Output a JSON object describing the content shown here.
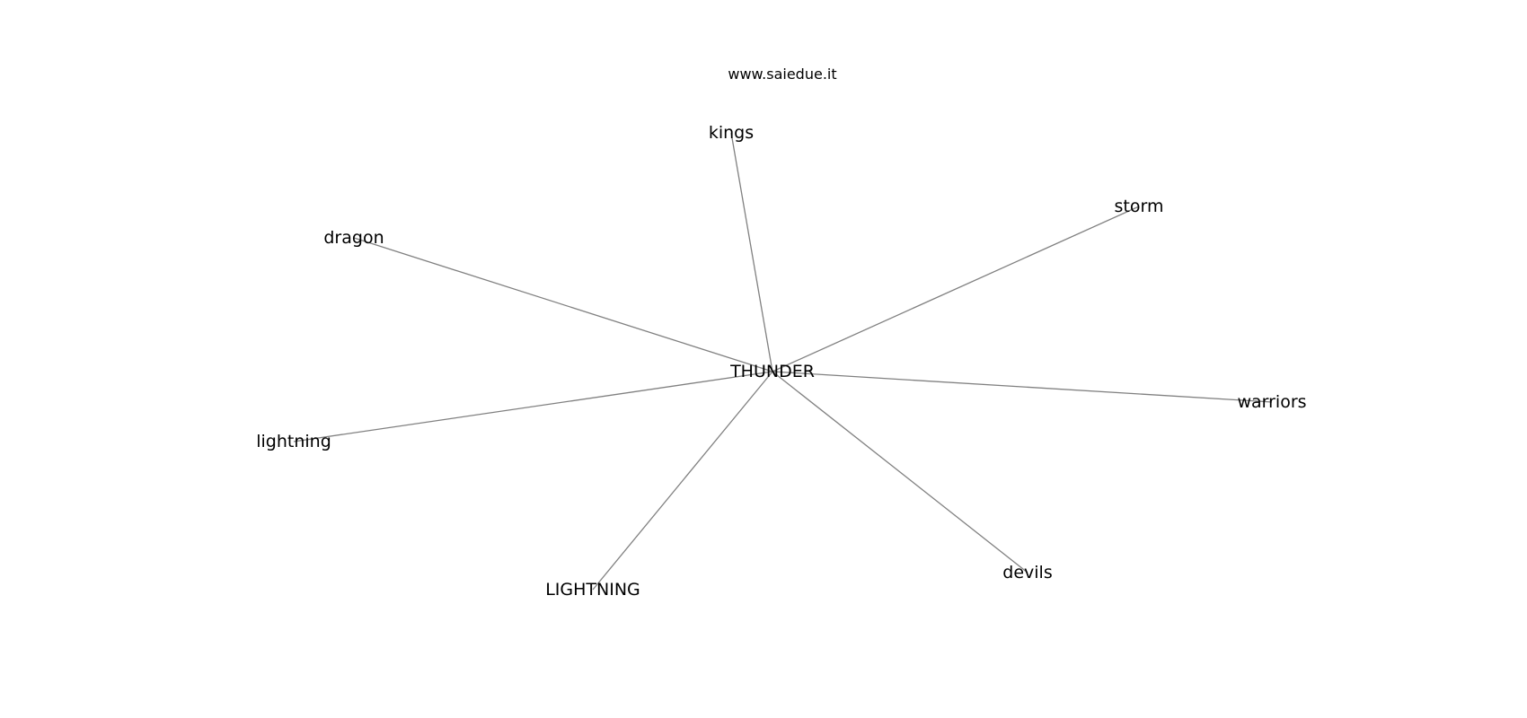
{
  "watermark": "www.saiedue.it",
  "graph": {
    "center": "THUNDER",
    "nodes": [
      {
        "id": "THUNDER",
        "label": "THUNDER"
      },
      {
        "id": "kings",
        "label": "kings"
      },
      {
        "id": "storm",
        "label": "storm"
      },
      {
        "id": "dragon",
        "label": "dragon"
      },
      {
        "id": "warriors",
        "label": "warriors"
      },
      {
        "id": "lightning",
        "label": "lightning"
      },
      {
        "id": "devils",
        "label": "devils"
      },
      {
        "id": "LIGHTNING",
        "label": "LIGHTNING"
      }
    ],
    "edges": [
      {
        "source": "THUNDER",
        "target": "kings"
      },
      {
        "source": "THUNDER",
        "target": "storm"
      },
      {
        "source": "THUNDER",
        "target": "dragon"
      },
      {
        "source": "THUNDER",
        "target": "warriors"
      },
      {
        "source": "THUNDER",
        "target": "lightning"
      },
      {
        "source": "THUNDER",
        "target": "devils"
      },
      {
        "source": "THUNDER",
        "target": "LIGHTNING"
      }
    ],
    "edge_color": "#808080",
    "label_color": "#000000"
  }
}
